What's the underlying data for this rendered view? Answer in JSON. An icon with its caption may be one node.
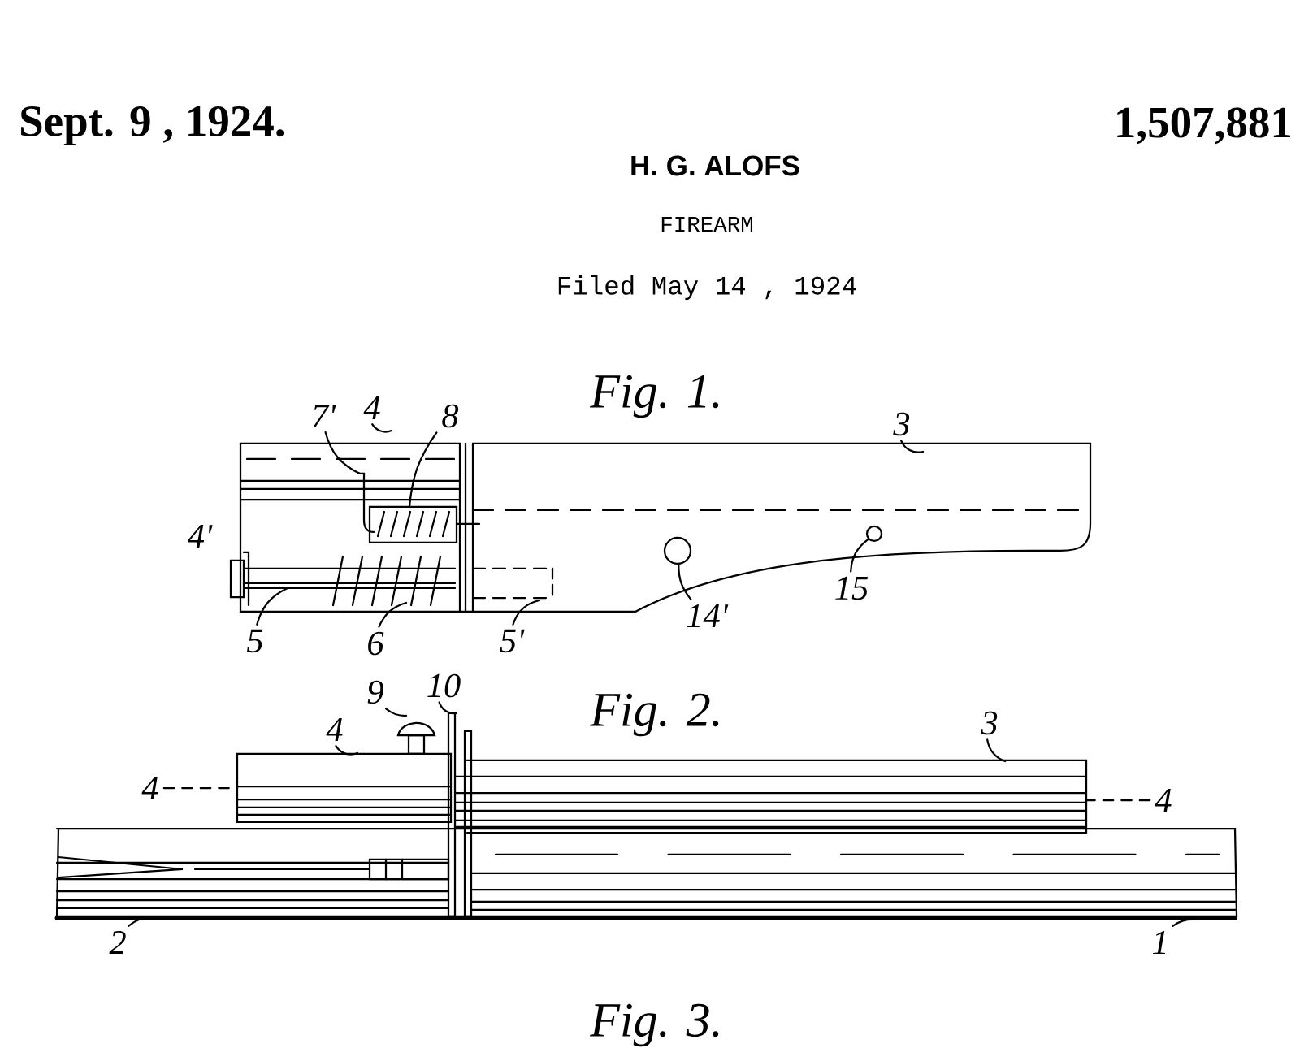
{
  "diagram": {
    "nodes": [
      {
        "text": [
          "7'"
        ]
      },
      {
        "text": [
          "4"
        ]
      },
      {
        "text": [
          "8"
        ]
      },
      {
        "text": [
          "3"
        ]
      },
      {
        "text": [
          "4'"
        ]
      },
      {
        "text": [
          "5"
        ]
      },
      {
        "text": [
          "6"
        ]
      },
      {
        "text": [
          "5'"
        ]
      },
      {
        "text": [
          "14'"
        ]
      },
      {
        "text": [
          "15"
        ]
      },
      {
        "text": [
          "9"
        ]
      },
      {
        "text": [
          "10"
        ]
      },
      {
        "text": [
          "4"
        ]
      },
      {
        "text": [
          "3"
        ]
      },
      {
        "text": [
          "4"
        ]
      },
      {
        "text": [
          "4"
        ]
      },
      {
        "text": [
          "2"
        ]
      },
      {
        "text": [
          "1"
        ]
      },
      {
        "text": [],
        "shape": "circle"
      },
      {
        "text": [],
        "shape": "circle"
      }
    ],
    "edges": [
      {
        "from": 0,
        "to": null,
        "arrow": "none"
      },
      {
        "from": 1,
        "to": null,
        "arrow": "none"
      },
      {
        "from": 2,
        "to": null,
        "arrow": "none"
      },
      {
        "from": 3,
        "to": null,
        "arrow": "none"
      },
      {
        "from": 5,
        "to": null,
        "arrow": "none"
      },
      {
        "from": 6,
        "to": null,
        "arrow": "none"
      },
      {
        "from": 7,
        "to": null,
        "arrow": "none"
      },
      {
        "from": 8,
        "to": 18,
        "arrow": "none"
      },
      {
        "from": 9,
        "to": 19,
        "arrow": "none"
      },
      {
        "from": 10,
        "to": null,
        "arrow": "none"
      },
      {
        "from": 11,
        "to": null,
        "arrow": "none"
      },
      {
        "from": 12,
        "to": null,
        "arrow": "none"
      },
      {
        "from": 13,
        "to": null,
        "arrow": "none"
      },
      {
        "from": 14,
        "to": null,
        "arrow": "none",
        "style": "dashed"
      },
      {
        "from": 15,
        "to": null,
        "arrow": "none",
        "style": "dashed"
      },
      {
        "from": 16,
        "to": null,
        "arrow": "none"
      },
      {
        "from": 17,
        "to": null,
        "arrow": "none"
      }
    ],
    "labels": [
      "Sept. 9 , 1924.",
      "1,507,881",
      "H. G. ALOFS",
      "FIREARM",
      "Filed May 14 , 1924",
      "Fig. 1.",
      "Fig. 2.",
      "Fig. 3."
    ]
  }
}
